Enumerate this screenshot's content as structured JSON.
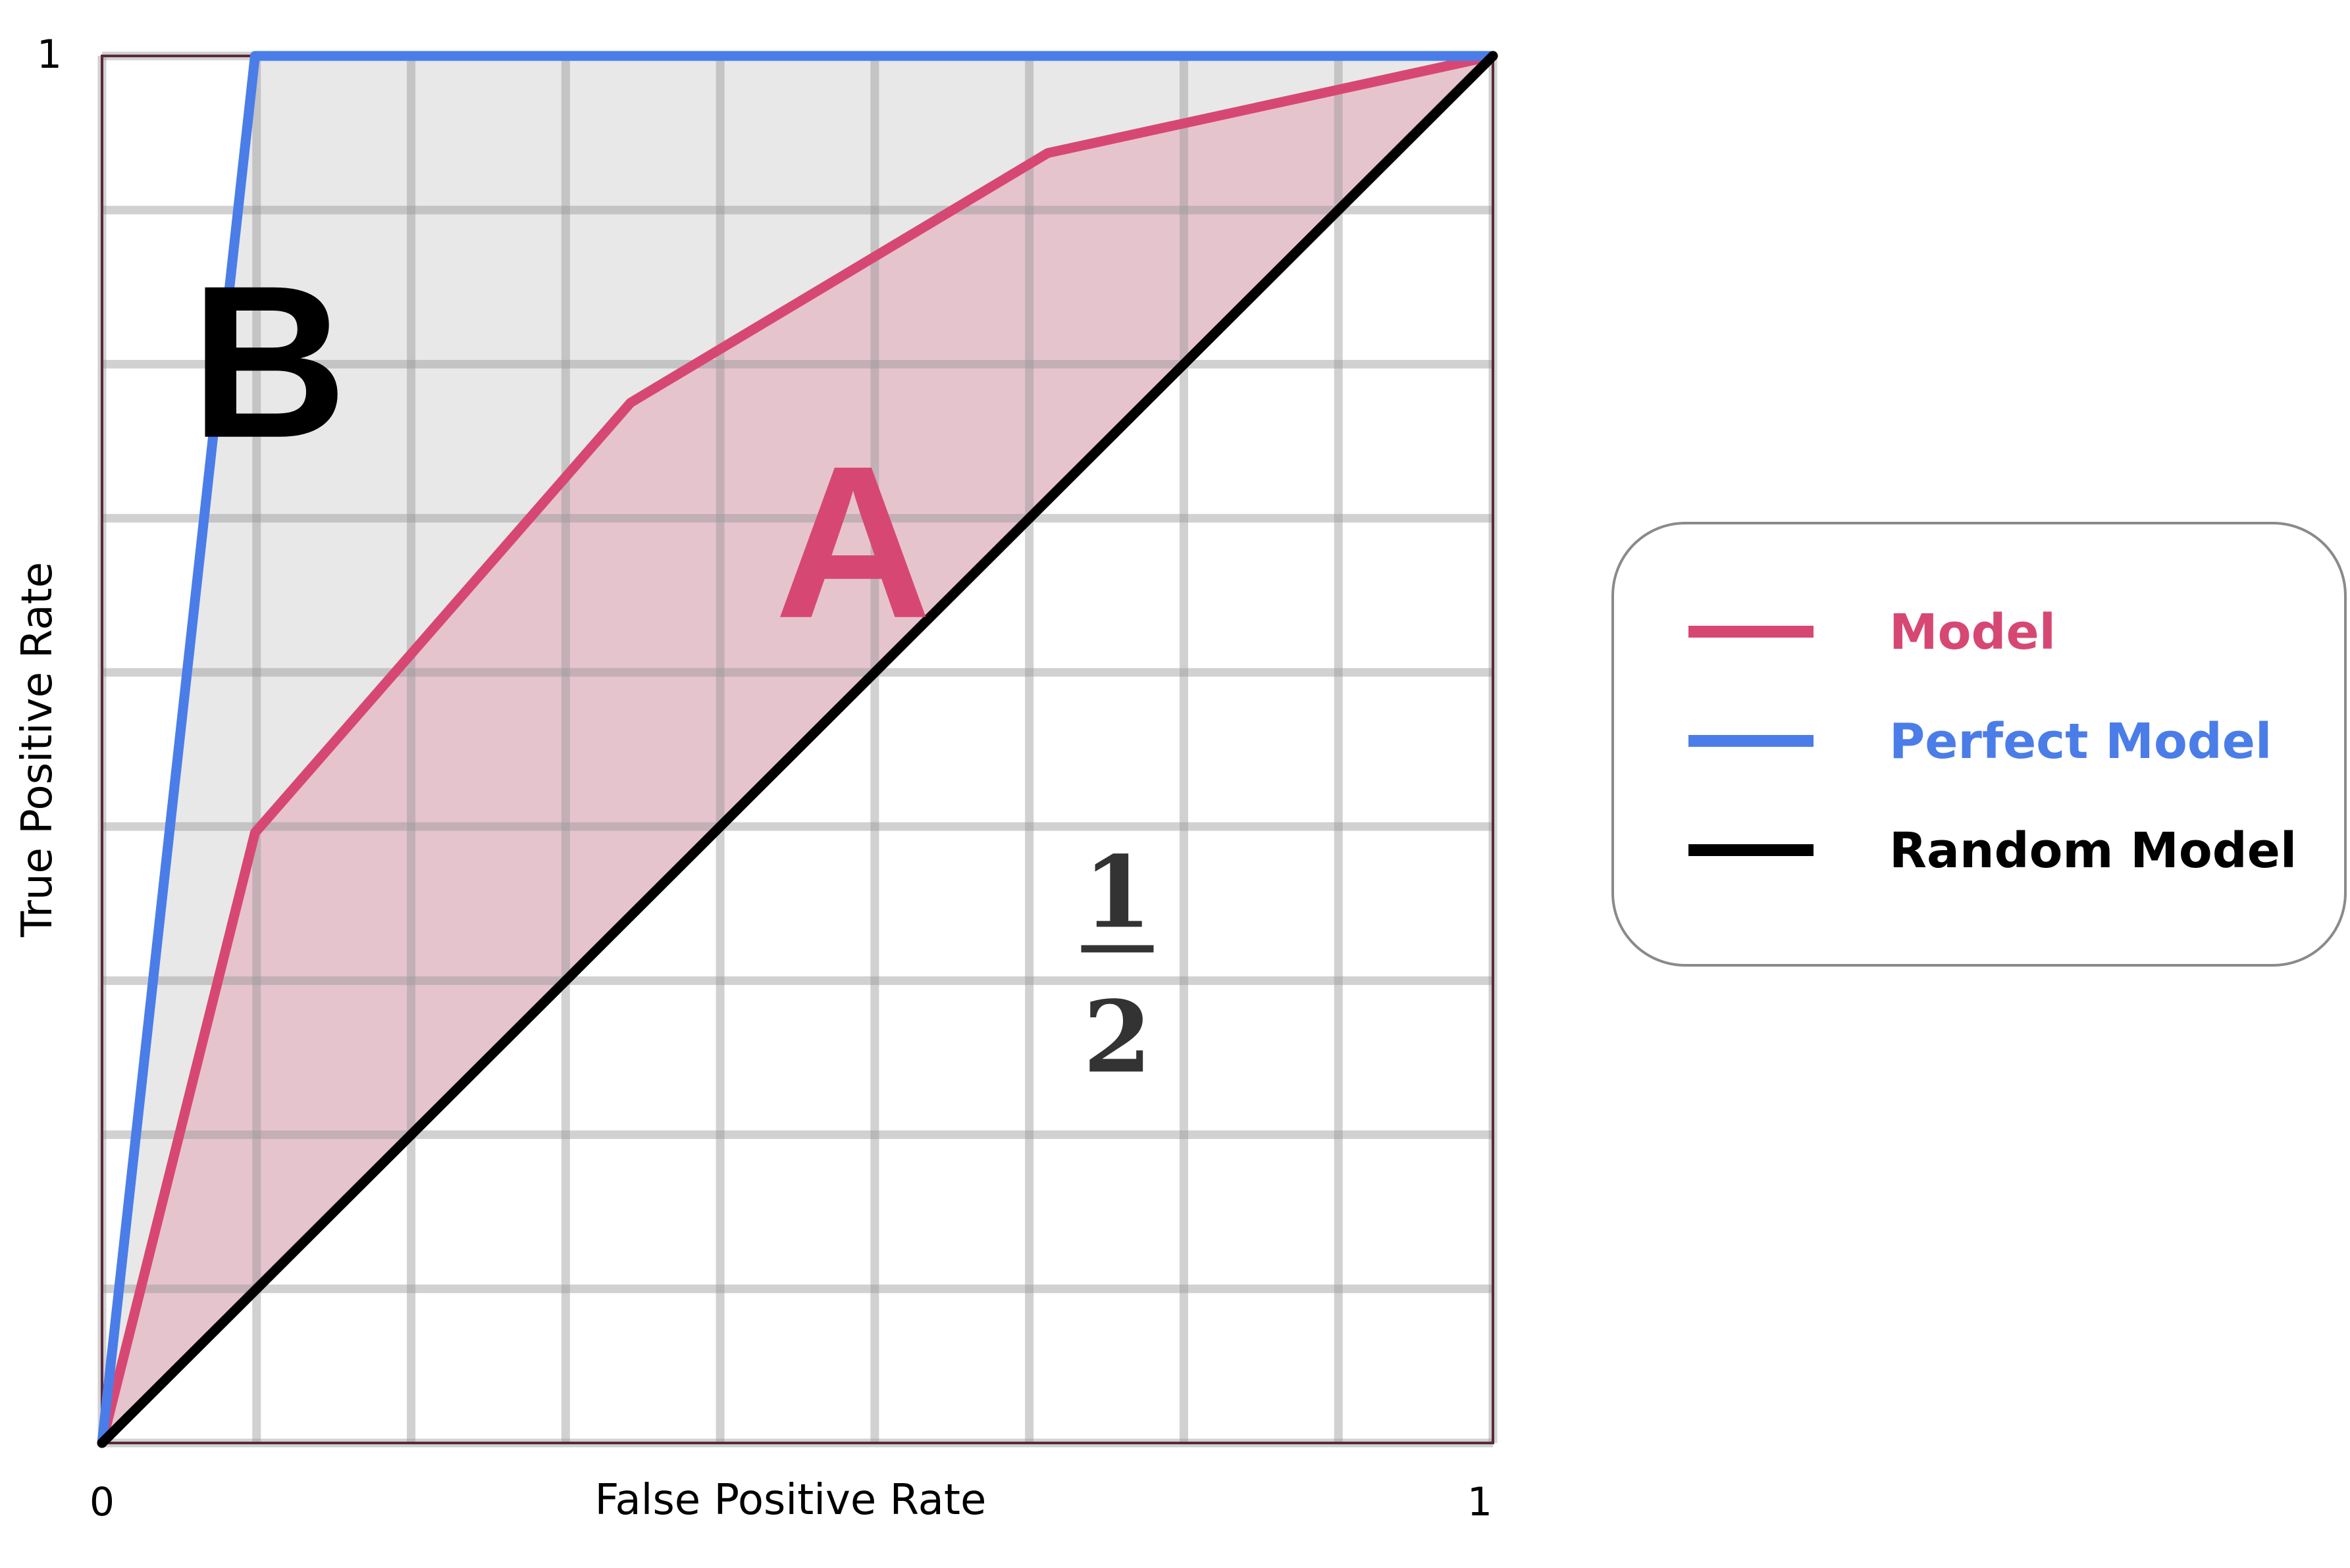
{
  "chart_data": {
    "type": "line",
    "xlabel": "False Positive Rate",
    "ylabel": "True Positive Rate",
    "xlim": [
      0,
      1
    ],
    "ylim": [
      0,
      1
    ],
    "grid": true,
    "grid_divisions": 9,
    "x_ticks": [
      "0",
      "1"
    ],
    "y_ticks": [
      "1"
    ],
    "legend_position": "right",
    "series": [
      {
        "name": "Model",
        "color": "#d64873",
        "x": [
          0,
          0.11,
          0.38,
          0.68,
          1
        ],
        "y": [
          0,
          0.44,
          0.75,
          0.93,
          1
        ]
      },
      {
        "name": "Perfect Model",
        "color": "#4a7de8",
        "x": [
          0,
          0.11,
          1
        ],
        "y": [
          0,
          1,
          1
        ]
      },
      {
        "name": "Random Model",
        "color": "#000000",
        "x": [
          0,
          1
        ],
        "y": [
          0,
          1
        ]
      }
    ],
    "annotations": [
      {
        "text": "A",
        "x": 0.54,
        "y": 0.65,
        "color": "#d64873"
      },
      {
        "text": "B",
        "x": 0.12,
        "y": 0.78,
        "color": "#000000"
      },
      {
        "numerator": "1",
        "denominator": "2",
        "x": 0.73,
        "y": 0.32,
        "color": "#333333"
      }
    ]
  }
}
